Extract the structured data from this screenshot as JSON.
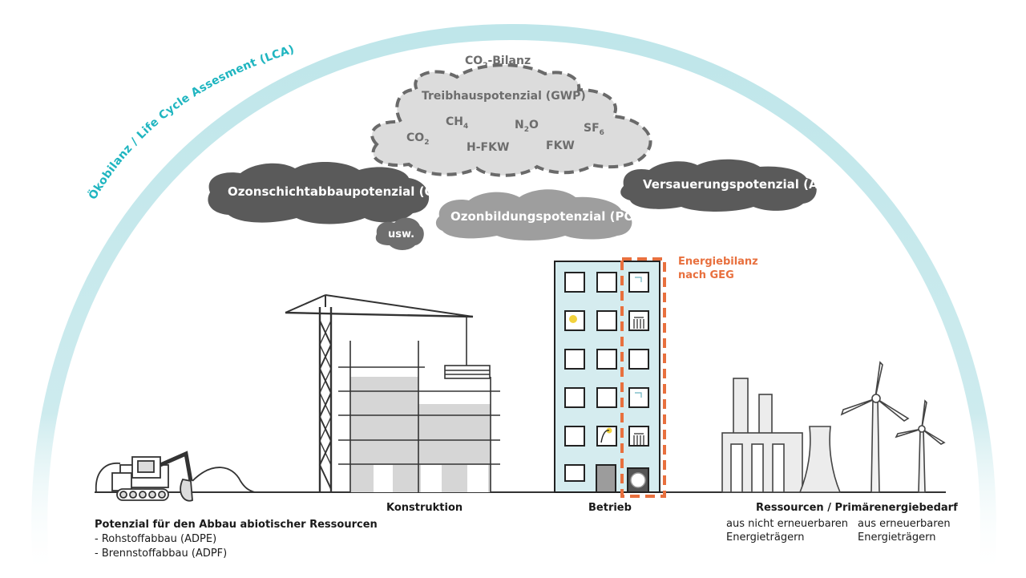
{
  "arc_label": "Ökobilanz / Life Cycle Assesment (LCA)",
  "co2_bilanz": {
    "prefix": "CO",
    "sub": "2",
    "suffix": "-Bilanz"
  },
  "gwp_cloud": {
    "title": "Treibhauspotenzial (GWP)",
    "gases": [
      {
        "base": "CH",
        "sub": "4"
      },
      {
        "base": "N",
        "sub": "2",
        "post": "O"
      },
      {
        "base": "SF",
        "sub": "6"
      },
      {
        "base": "CO",
        "sub": "2"
      },
      {
        "base": "H-FKW"
      },
      {
        "base": "FKW"
      }
    ]
  },
  "clouds": {
    "odp": "Ozonschichtabbaupotenzial (ODP)",
    "ap": "Versauerungspotenzial (AP)",
    "pocp": "Ozonbildungspotenzial (POCP)",
    "usw": "usw."
  },
  "energiebilanz": {
    "line1": "Energiebilanz",
    "line2": "nach GEG"
  },
  "captions": {
    "abbau": {
      "title": "Potenzial für den Abbau abiotischer Ressourcen",
      "line1": "- Rohstoffabbau (ADPE)",
      "line2": "- Brennstoffabbau (ADPF)"
    },
    "konstruktion": "Konstruktion",
    "betrieb": "Betrieb",
    "ressourcen": {
      "title": "Ressourcen / Primärenergiebedarf",
      "left_l1": "aus nicht erneuerbaren",
      "left_l2": "Energieträgern",
      "right_l1": "aus erneuerbaren",
      "right_l2": "Energieträgern"
    }
  },
  "colors": {
    "arc": "#bfe6ea",
    "arc_text": "#1fb5c0",
    "cloud_dark": "#5a5a5a",
    "cloud_mid": "#7e7e7e",
    "cloud_light": "#9e9e9e",
    "gwp_fill": "#dcdcdc",
    "building": "#d5ecef",
    "energy": "#e8703e"
  }
}
